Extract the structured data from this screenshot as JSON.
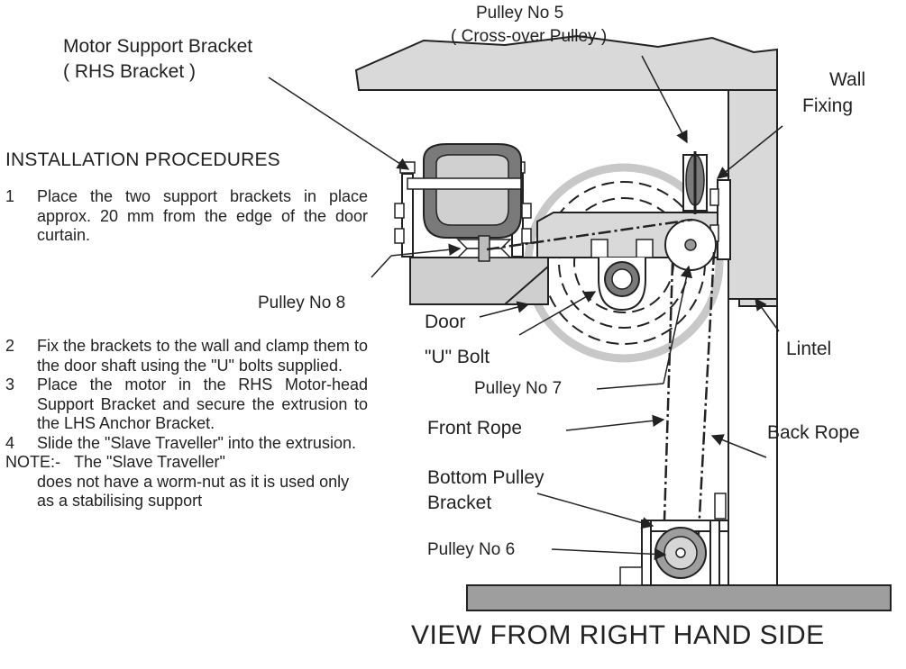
{
  "labels": {
    "motor_support_bracket": "Motor Support Bracket",
    "motor_support_bracket_sub": "( RHS Bracket )",
    "pulley_no_5": "Pulley No 5",
    "pulley_no_5_sub": "( Cross-over Pulley )",
    "wall_fixing_line1": "Wall",
    "wall_fixing_line2": "Fixing",
    "pulley_no_8": "Pulley No 8",
    "door": "Door",
    "u_bolt": "\"U\" Bolt",
    "lintel": "Lintel",
    "pulley_no_7": "Pulley No 7",
    "front_rope": "Front Rope",
    "back_rope": "Back Rope",
    "bottom_pulley_bracket_line1": "Bottom Pulley",
    "bottom_pulley_bracket_line2": "Bracket",
    "pulley_no_6": "Pulley No 6",
    "view_title": "VIEW FROM RIGHT HAND SIDE"
  },
  "instructions": {
    "heading": "INSTALLATION PROCEDURES",
    "steps": [
      {
        "num": "1",
        "text": "Place the two support brackets in place approx. 20 mm from the edge of the door curtain."
      },
      {
        "num": "2",
        "text": "Fix the brackets to the wall and clamp them to the door shaft using the \"U\" bolts supplied."
      },
      {
        "num": "3",
        "text": "Place the motor in the RHS Motor-head Support Bracket and secure the extrusion to the LHS Anchor Bracket."
      },
      {
        "num": "4",
        "text": "Slide the \"Slave Traveller\" into the extrusion."
      }
    ],
    "note_label": "NOTE:-",
    "note_text_line1": "The \"Slave Traveller\"",
    "note_text_rest": "does not have a worm-nut as it is used only as a stabilising support"
  }
}
